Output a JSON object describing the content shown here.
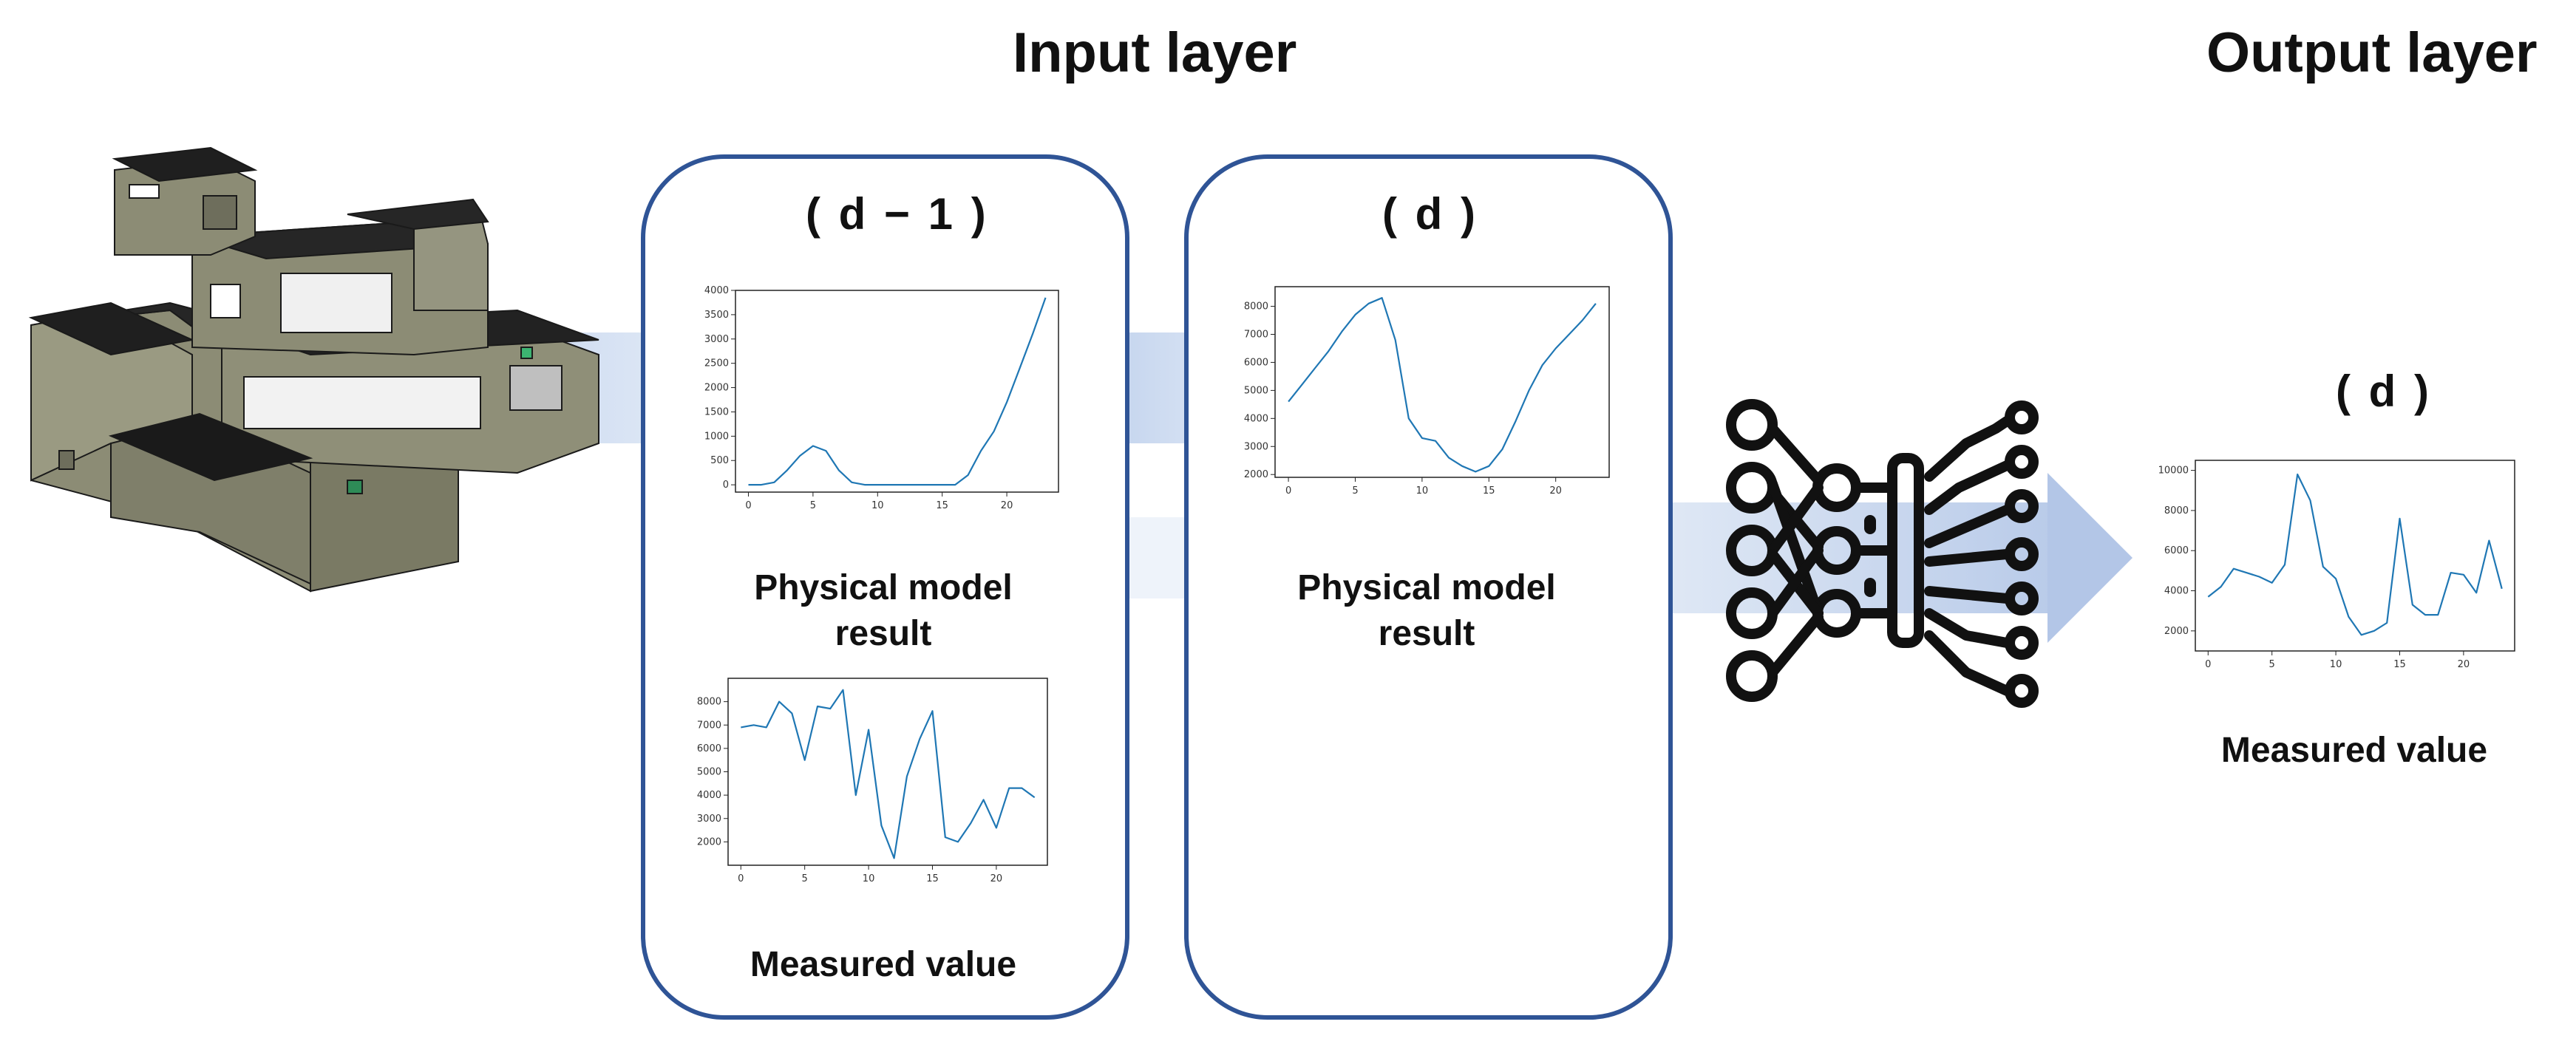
{
  "titles": {
    "input_layer": "Input layer",
    "output_layer": "Output layer"
  },
  "panels": {
    "prev_day": {
      "label": "( d − 1 )",
      "physical_caption": "Physical model result",
      "measured_caption": "Measured value"
    },
    "day": {
      "label": "( d )",
      "physical_caption": "Physical model result"
    },
    "output": {
      "label": "( d )",
      "measured_caption": "Measured value"
    }
  },
  "colors": {
    "panel_border": "#2f5496",
    "series_line": "#1f77b4",
    "arrow_fill": "#c9d7ee",
    "building_wall": "#8c8c75",
    "building_roof": "#262626"
  },
  "icons": {
    "building": "building-3d-model-icon",
    "network": "neural-network-circuit-icon"
  },
  "chart_data": [
    {
      "id": "physical_prev",
      "type": "line",
      "x": [
        0,
        1,
        2,
        3,
        4,
        5,
        6,
        7,
        8,
        9,
        10,
        11,
        12,
        13,
        14,
        15,
        16,
        17,
        18,
        19,
        20,
        21,
        22,
        23
      ],
      "values": [
        0,
        0,
        50,
        300,
        600,
        800,
        700,
        300,
        50,
        0,
        0,
        0,
        0,
        0,
        0,
        0,
        0,
        200,
        700,
        1100,
        1700,
        2400,
        3100,
        3850
      ],
      "xlim": [
        -1,
        24
      ],
      "ylim": [
        -150,
        4000
      ],
      "xticks": [
        0,
        5,
        10,
        15,
        20
      ],
      "yticks": [
        0,
        500,
        1000,
        1500,
        2000,
        2500,
        3000,
        3500,
        4000
      ]
    },
    {
      "id": "measured_prev",
      "type": "line",
      "x": [
        0,
        1,
        2,
        3,
        4,
        5,
        6,
        7,
        8,
        9,
        10,
        11,
        12,
        13,
        14,
        15,
        16,
        17,
        18,
        19,
        20,
        21,
        22,
        23
      ],
      "values": [
        6900,
        7000,
        6900,
        8000,
        7500,
        5500,
        7800,
        7700,
        8500,
        4000,
        6800,
        2700,
        1300,
        4800,
        6400,
        7600,
        2200,
        2000,
        2800,
        3800,
        2600,
        4300,
        4300,
        3900
      ],
      "xlim": [
        -1,
        24
      ],
      "ylim": [
        1000,
        9000
      ],
      "xticks": [
        0,
        5,
        10,
        15,
        20
      ],
      "yticks": [
        2000,
        3000,
        4000,
        5000,
        6000,
        7000,
        8000
      ]
    },
    {
      "id": "physical_day",
      "type": "line",
      "x": [
        0,
        1,
        2,
        3,
        4,
        5,
        6,
        7,
        8,
        9,
        10,
        11,
        12,
        13,
        14,
        15,
        16,
        17,
        18,
        19,
        20,
        21,
        22,
        23
      ],
      "values": [
        4600,
        5200,
        5800,
        6400,
        7100,
        7700,
        8100,
        8300,
        6800,
        4000,
        3300,
        3200,
        2600,
        2300,
        2100,
        2300,
        2900,
        3900,
        5000,
        5900,
        6500,
        7000,
        7500,
        8100
      ],
      "xlim": [
        -1,
        24
      ],
      "ylim": [
        1900,
        8700
      ],
      "xticks": [
        0,
        5,
        10,
        15,
        20
      ],
      "yticks": [
        2000,
        3000,
        4000,
        5000,
        6000,
        7000,
        8000
      ]
    },
    {
      "id": "measured_day",
      "type": "line",
      "x": [
        0,
        1,
        2,
        3,
        4,
        5,
        6,
        7,
        8,
        9,
        10,
        11,
        12,
        13,
        14,
        15,
        16,
        17,
        18,
        19,
        20,
        21,
        22,
        23
      ],
      "values": [
        3700,
        4200,
        5100,
        4900,
        4700,
        4400,
        5300,
        9800,
        8500,
        5200,
        4600,
        2700,
        1800,
        2000,
        2400,
        7600,
        3300,
        2800,
        2800,
        4900,
        4800,
        3900,
        6500,
        4100
      ],
      "xlim": [
        -1,
        24
      ],
      "ylim": [
        1000,
        10500
      ],
      "xticks": [
        0,
        5,
        10,
        15,
        20
      ],
      "yticks": [
        2000,
        4000,
        6000,
        8000,
        10000
      ]
    }
  ]
}
